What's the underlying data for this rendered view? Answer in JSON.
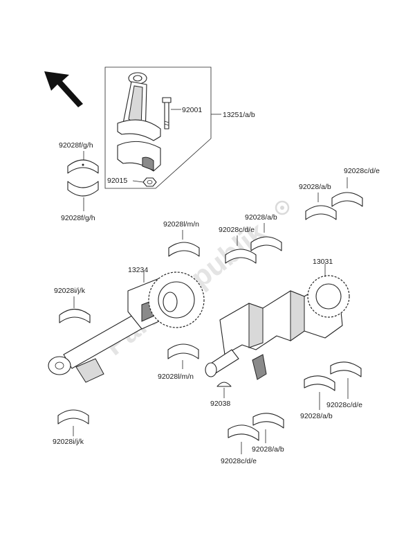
{
  "labels": {
    "conrod_assy": "13251/a/b",
    "conrod_bolt": "92001",
    "conrod_nut": "92015",
    "conrod_bearing_upper": "92028f/g/h",
    "conrod_bearing_lower": "92028f/g/h",
    "balancer_shaft": "13234",
    "balancer_bearing_left_top": "92028i/j/k",
    "balancer_bearing_left_bottom": "92028i/j/k",
    "balancer_bearing_center_top": "92028l/m/n",
    "balancer_bearing_center_bottom": "92028l/m/n",
    "crankshaft": "13031",
    "main_bearing_1_top": "92028c/d/e",
    "main_bearing_2_top": "92028/a/b",
    "main_bearing_3_top": "92028/a/b",
    "main_bearing_4_top": "92028c/d/e",
    "key": "92038",
    "main_bearing_bottom_1": "92028/a/b",
    "main_bearing_bottom_2": "92028c/d/e",
    "main_bearing_bottom_3": "92028/a/b",
    "main_bearing_bottom_4": "92028c/d/e"
  },
  "watermark": "PartsRepublik",
  "icons": {
    "direction": "front-arrow-icon"
  }
}
